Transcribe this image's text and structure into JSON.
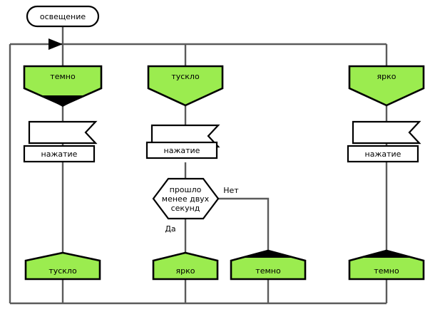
{
  "diagram": {
    "title": "state-machine-lighting",
    "colors": {
      "node_fill": "#9BEC4F",
      "node_stroke": "#000000",
      "edge_line": "#5B5B5B",
      "wedge": "#000000",
      "background": "#FFFFFF"
    },
    "start_node": {
      "label": "освещение"
    },
    "columns": [
      {
        "id": "col-dark",
        "state_label": "темно",
        "state_has_wedge": true,
        "event_label": "нажатие",
        "result_label": "тускло",
        "result_has_wedge": false
      },
      {
        "id": "col-dim",
        "state_label": "тускло",
        "state_has_wedge": false,
        "event_label": "нажатие",
        "result_label": "ярко",
        "result_has_wedge": false
      },
      {
        "id": "col-bright",
        "state_label": "ярко",
        "state_has_wedge": false,
        "event_label": "нажатие",
        "result_label": "темно",
        "result_has_wedge": true
      }
    ],
    "decision": {
      "line1": "прошло",
      "line2": "менее двух",
      "line3": "секунд",
      "yes_label": "Да",
      "no_label": "Нет"
    },
    "no_branch_result": {
      "label": "темно",
      "has_wedge": true
    }
  }
}
